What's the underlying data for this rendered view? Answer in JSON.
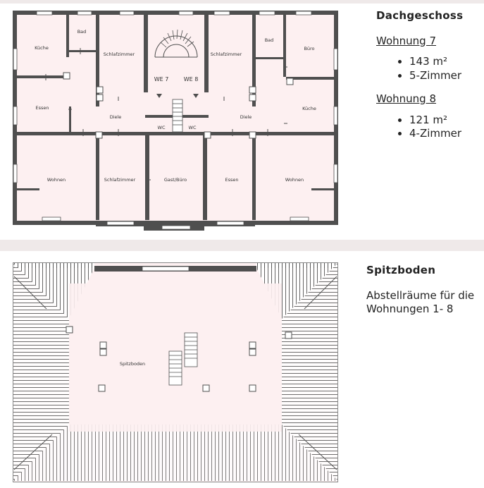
{
  "dachgeschoss": {
    "heading": "Dachgeschoss",
    "units": [
      {
        "title": "Wohnung 7",
        "details": [
          "143 m²",
          "5-Zimmer"
        ]
      },
      {
        "title": "Wohnung 8",
        "details": [
          "121 m²",
          "4-Zimmer"
        ]
      }
    ],
    "rooms": {
      "kueche_left": "Küche",
      "bad_left": "Bad",
      "schlafzimmer_left": "Schlafzimmer",
      "essen_left": "Essen",
      "diele_left": "Diele",
      "we7": "WE 7",
      "we8": "WE 8",
      "wc_left": "WC",
      "wc_right": "WC",
      "schlafzimmer_right": "Schlafzimmer",
      "bad_right": "Bad",
      "buero": "Büro",
      "diele_right": "Diele",
      "kueche_right": "Küche",
      "wohnen_left": "Wohnen",
      "schlafzimmer_bottom": "Schlafzimmer",
      "gast_buero": "Gast/Büro",
      "essen_bottom": "Essen",
      "wohnen_right": "Wohnen"
    }
  },
  "spitzboden": {
    "heading": "Spitzboden",
    "description": "Abstellräume für die Wohnungen 1- 8",
    "room_label": "Spitzboden"
  },
  "colors": {
    "wall": "#4f4f4f",
    "floor": "#fdf0f1",
    "band": "#efe9e9",
    "window": "#ffffff"
  }
}
